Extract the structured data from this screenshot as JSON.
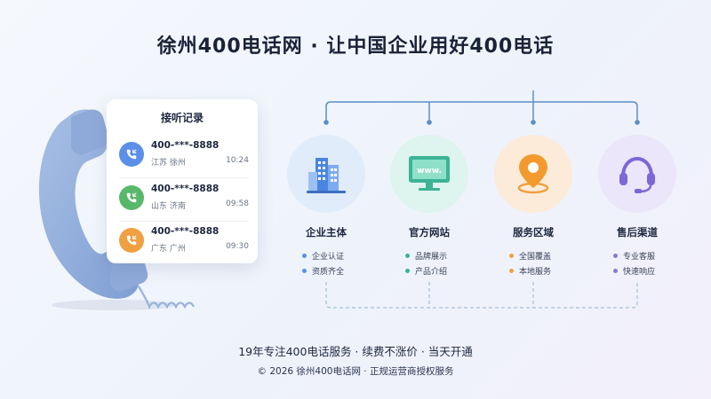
{
  "header": {
    "title": "徐州400电话网 · 让中国企业用好400电话"
  },
  "call_card": {
    "title": "接听记录",
    "records": [
      {
        "number": "400-***-8888",
        "location": "江苏 徐州",
        "time": "10:24",
        "color": "#5b8fe8",
        "icon": "incoming-call-icon"
      },
      {
        "number": "400-***-8888",
        "location": "山东 济南",
        "time": "09:58",
        "color": "#58b86a",
        "icon": "incoming-call-icon"
      },
      {
        "number": "400-***-8888",
        "location": "广东 广州",
        "time": "09:30",
        "color": "#f0a040",
        "icon": "incoming-call-icon"
      }
    ]
  },
  "features": [
    {
      "name": "企业主体",
      "items": [
        "企业认证",
        "资质齐全"
      ],
      "icon": "building-icon",
      "bg": "#e1ecfb",
      "dot": "#5b8fe8"
    },
    {
      "name": "官方网站",
      "items": [
        "品牌展示",
        "产品介绍"
      ],
      "icon": "website-icon",
      "bg": "#def4ee",
      "dot": "#3cb495",
      "www": "www."
    },
    {
      "name": "服务区域",
      "items": [
        "全国覆盖",
        "本地服务"
      ],
      "icon": "location-pin-icon",
      "bg": "#fcebd8",
      "dot": "#f0a040"
    },
    {
      "name": "售后渠道",
      "items": [
        "专业客服",
        "快速响应"
      ],
      "icon": "headset-icon",
      "bg": "#ebe6fa",
      "dot": "#8a78d8"
    }
  ],
  "colors": {
    "line": "#5b8fc4",
    "accent": "#3f7ad6"
  },
  "footer": {
    "tagline": "19年专注400电话服务 · 续费不涨价 · 当天开通",
    "copyright": "© 2026 徐州400电话网 · 正规运营商授权服务"
  }
}
